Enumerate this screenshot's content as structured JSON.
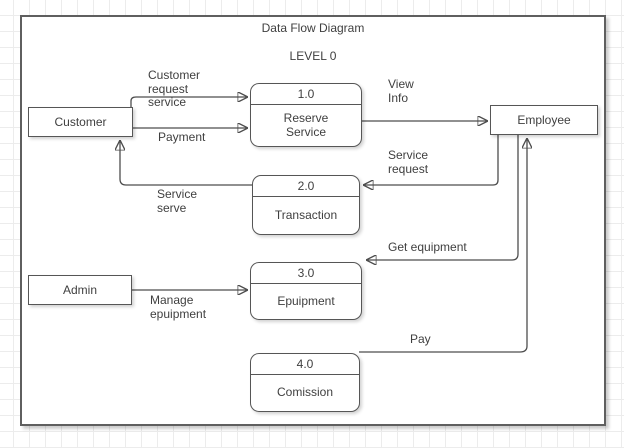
{
  "diagram": {
    "title": "Data Flow Diagram",
    "subtitle": "LEVEL 0",
    "type": "data-flow-diagram"
  },
  "entities": [
    {
      "id": "customer",
      "label": "Customer"
    },
    {
      "id": "admin",
      "label": "Admin"
    },
    {
      "id": "employee",
      "label": "Employee"
    }
  ],
  "processes": [
    {
      "id": "p1",
      "number": "1.0",
      "name": "Reserve Service"
    },
    {
      "id": "p2",
      "number": "2.0",
      "name": "Transaction"
    },
    {
      "id": "p3",
      "number": "3.0",
      "name": "Epuipment"
    },
    {
      "id": "p4",
      "number": "4.0",
      "name": "Comission"
    }
  ],
  "flows": [
    {
      "label": "Customer request service",
      "from": "Customer",
      "to": "1.0 Reserve Service"
    },
    {
      "label": "Payment",
      "from": "Customer",
      "to": "1.0 Reserve Service"
    },
    {
      "label": "View Info",
      "from": "1.0 Reserve Service",
      "to": "Employee"
    },
    {
      "label": "Service request",
      "from": "Employee",
      "to": "2.0 Transaction"
    },
    {
      "label": "Service serve",
      "from": "2.0 Transaction",
      "to": "Customer"
    },
    {
      "label": "Get equipment",
      "from": "Employee",
      "to": "3.0 Epuipment"
    },
    {
      "label": "Manage epuipment",
      "from": "Admin",
      "to": "3.0 Epuipment"
    },
    {
      "label": "Pay",
      "from": "4.0 Comission",
      "to": "Employee"
    }
  ],
  "colors": {
    "line": "#4d4d4d",
    "text": "#3f3f3f",
    "shape_border": "#565656",
    "shape_fill": "#ffffff",
    "grid_line": "#ececec"
  }
}
